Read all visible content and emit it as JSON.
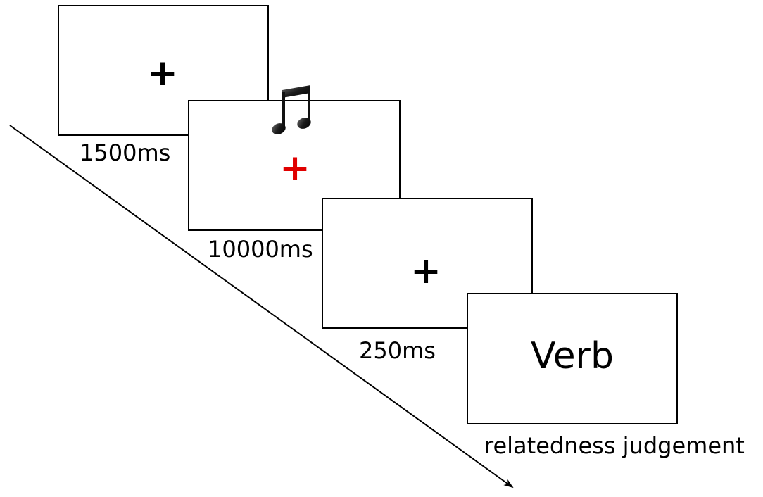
{
  "screens": [
    {
      "symbol": "+",
      "symbol_color": "#000000",
      "duration": "1500ms"
    },
    {
      "symbol": "+",
      "symbol_color": "#e00000",
      "icon": "music-note-icon",
      "duration": "10000ms"
    },
    {
      "symbol": "+",
      "symbol_color": "#000000",
      "duration": "250ms"
    },
    {
      "word": "Verb",
      "duration": "relatedness judgement"
    }
  ]
}
